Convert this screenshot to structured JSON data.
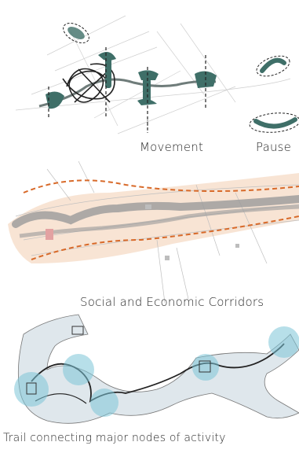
{
  "captions": {
    "movement": "Movement",
    "pause": "Pause",
    "corridors": "Social and Economic Corridors",
    "trail": "Trail connecting major nodes of activity"
  },
  "colors": {
    "teal_mark": "#3f6f68",
    "ink": "#222222",
    "orange_dash": "#d86a2a",
    "orange_wash": "#f0c3a0",
    "grey_band": "#9a9a9a",
    "pink_block": "#e3a2a2",
    "node_blue": "#7ec6d8",
    "trail_fill": "#dfe7ec"
  }
}
